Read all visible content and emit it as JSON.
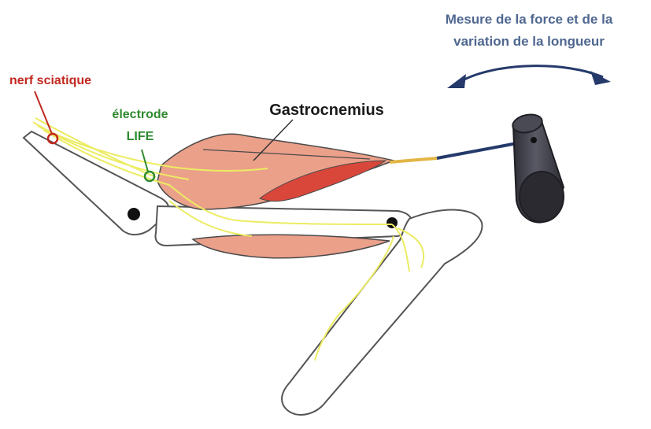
{
  "labels": {
    "measure_line1": "Mesure de la force et de la",
    "measure_line2": "variation de la longueur",
    "sciatic_nerve": "nerf sciatique",
    "electrode_line1": "électrode",
    "electrode_line2": "LIFE",
    "muscle": "Gastrocnemius"
  },
  "colors": {
    "measure_text": "#4f6790",
    "sciatic_text": "#c0281f",
    "electrode_text": "#2f8a2f",
    "muscle_text": "#1a1a1a",
    "nerve": "#ecec62",
    "muscle_fill": "#eba08a",
    "muscle_dark": "#d9473a",
    "bone_outline": "#555555",
    "transducer": "#3f3f48",
    "arrow": "#253a6b"
  },
  "icons": {
    "double_arrow": "curved-double-arrow-icon",
    "force_transducer": "cylinder-transducer-icon"
  }
}
